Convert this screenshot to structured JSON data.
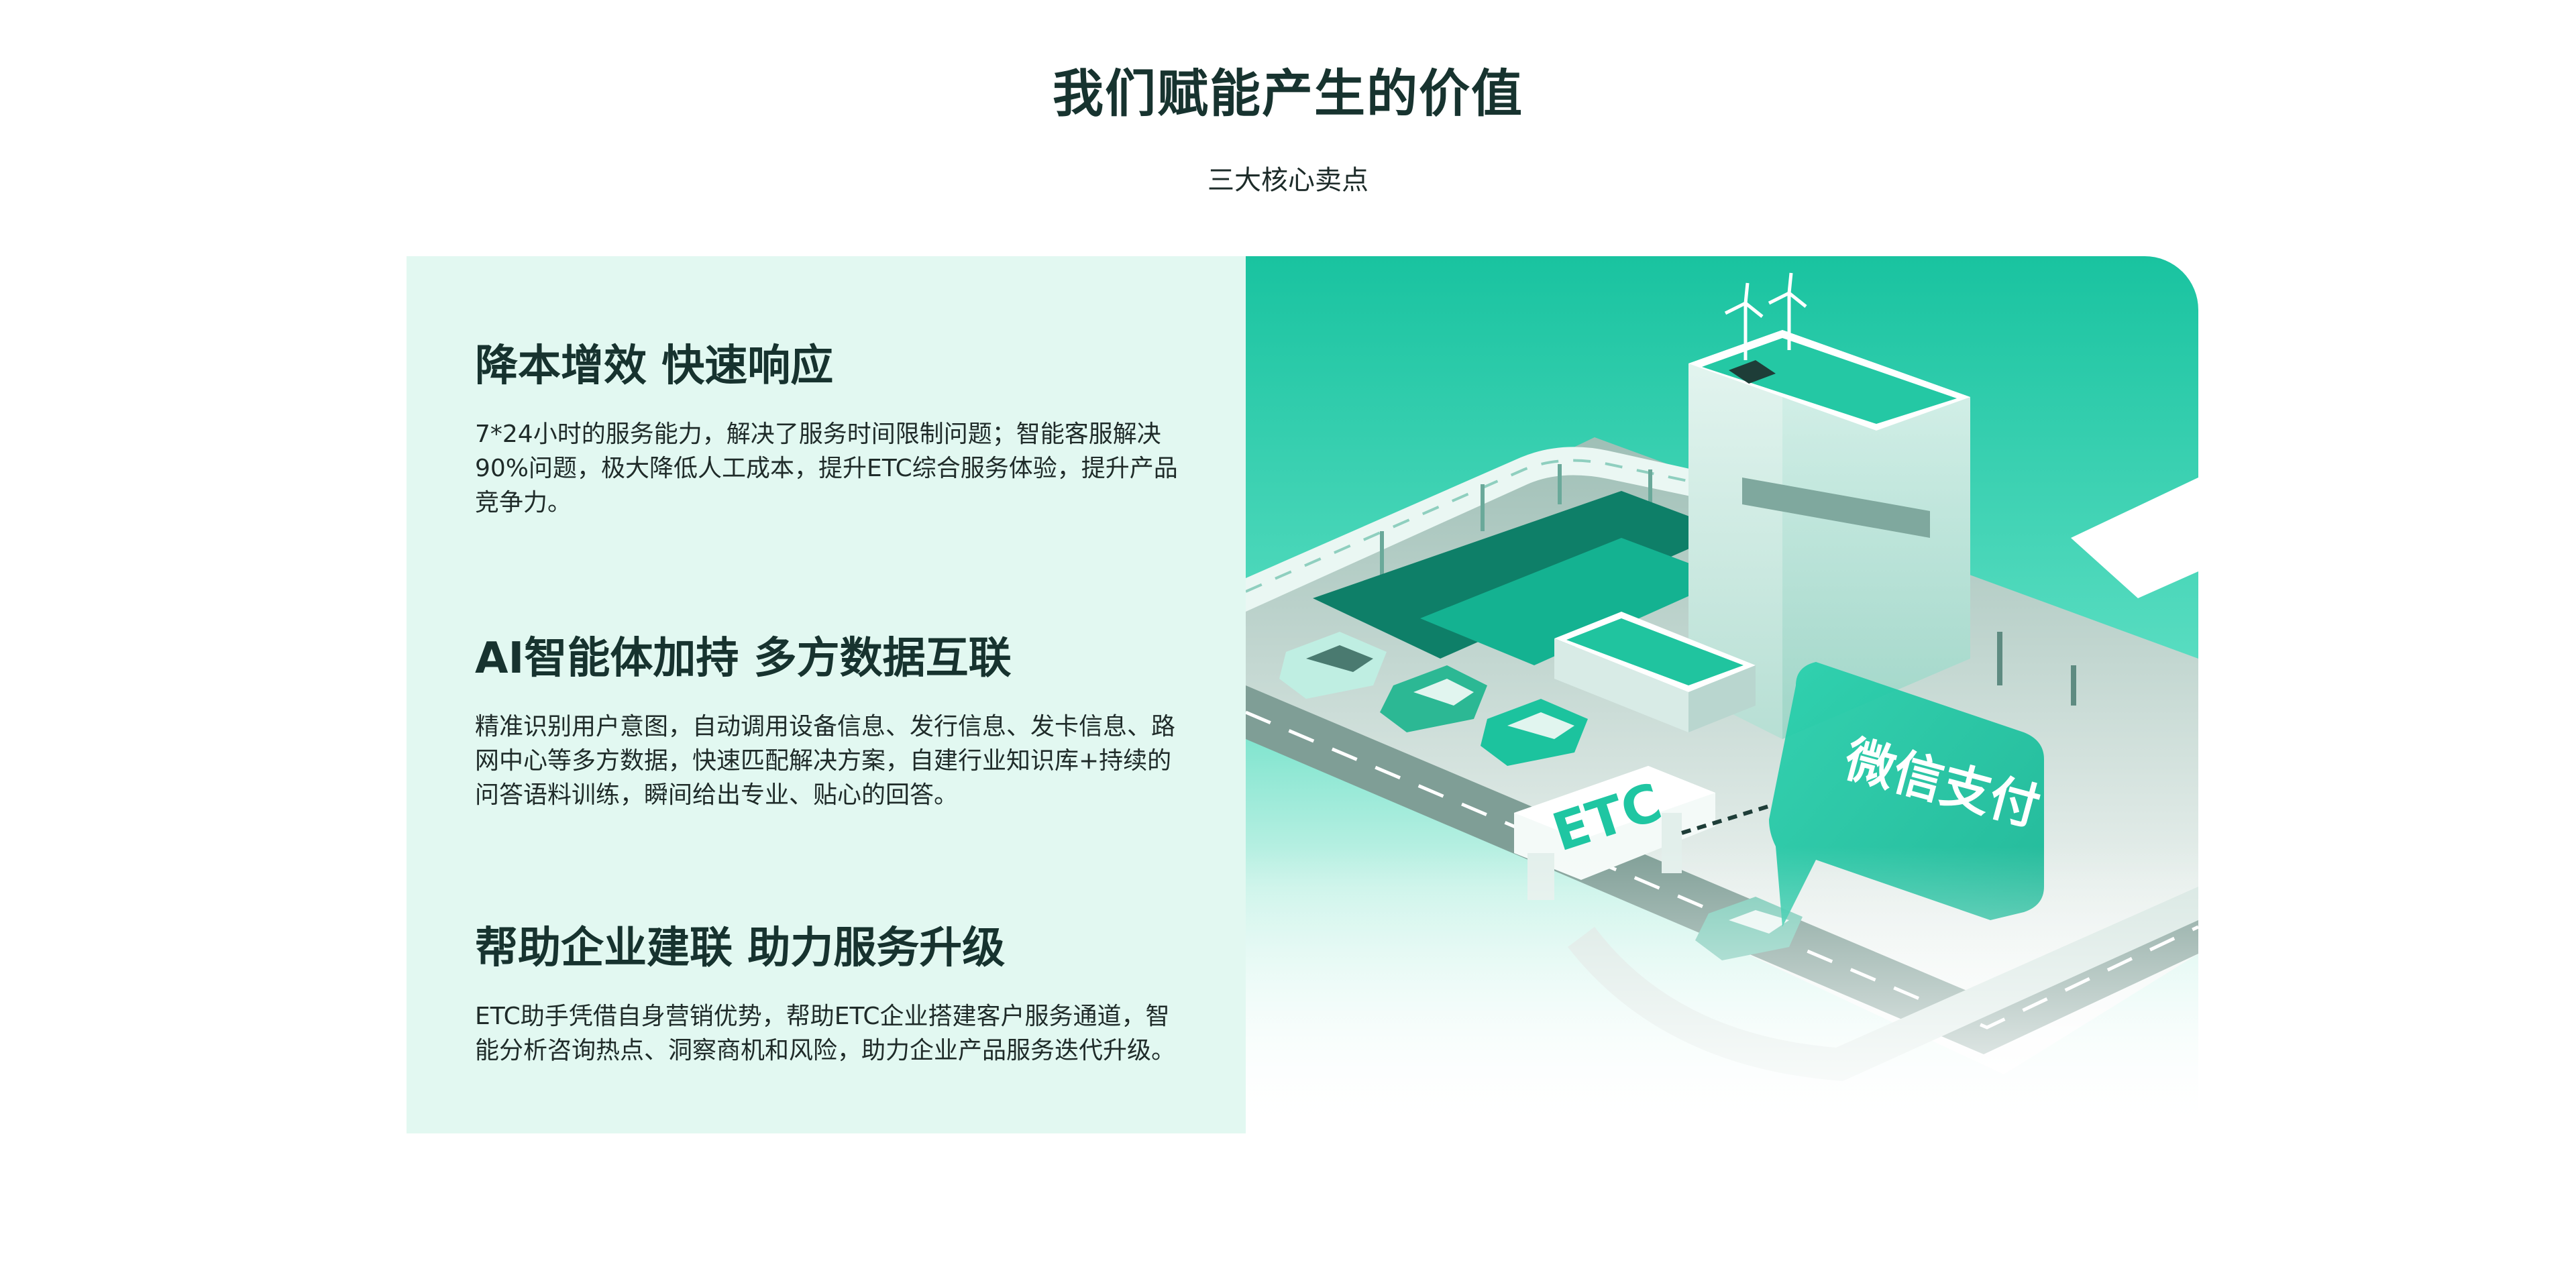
{
  "section": {
    "title": "我们赋能产生的价值",
    "subtitle": "三大核心卖点"
  },
  "features": [
    {
      "title": "降本增效   快速响应",
      "description": "7*24小时的服务能力，解决了服务时间限制问题；智能客服解决90%问题，极大降低人工成本，提升ETC综合服务体验，提升产品竞争力。"
    },
    {
      "title": "AI智能体加持   多方数据互联",
      "description": "精准识别用户意图，自动调用设备信息、发行信息、发卡信息、路网中心等多方数据，快速匹配解决方案，自建行业知识库+持续的问答语料训练，瞬间给出专业、贴心的回答。"
    },
    {
      "title": "帮助企业建联 助力服务升级",
      "description": "ETC助手凭借自身营销优势，帮助ETC企业搭建客户服务通道，智能分析咨询热点、洞察商机和风险，助力企业产品服务迭代升级。"
    }
  ],
  "illustration": {
    "etc_label": "ETC",
    "payment_label": "微信支付",
    "colors": {
      "primary": "#1fc8a3",
      "dark": "#0a8a6e",
      "light": "#e2f8f1"
    }
  }
}
